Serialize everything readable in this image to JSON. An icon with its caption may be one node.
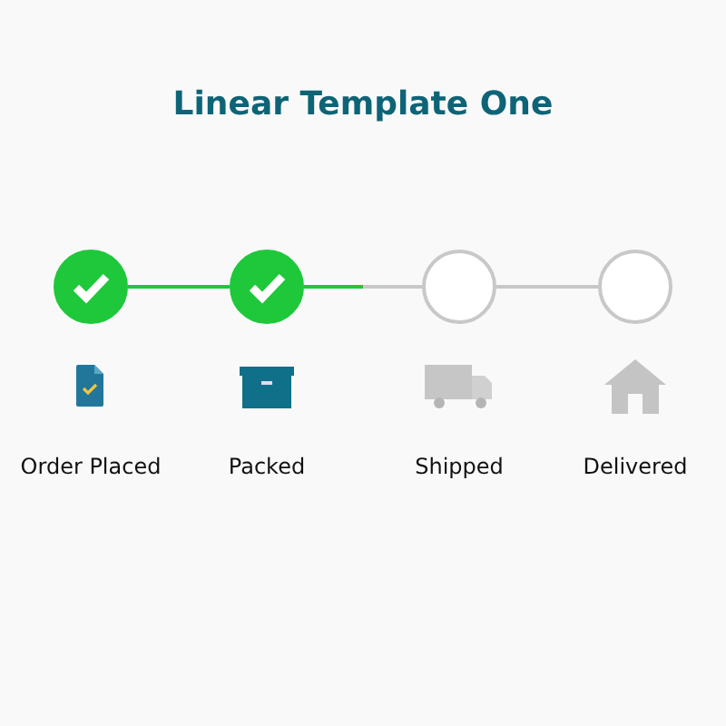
{
  "diagram": {
    "title": "Linear Template One",
    "nodes": [
      {
        "text": [],
        "shape": "circle"
      },
      {
        "text": [],
        "shape": "circle"
      },
      {
        "text": [],
        "shape": "circle"
      },
      {
        "text": [],
        "shape": "circle"
      }
    ],
    "edges": [
      {
        "from": 0,
        "to": 1,
        "arrow": "none",
        "color": "#1ec83a"
      },
      {
        "from": 1,
        "to": 2,
        "arrow": "none",
        "color": "#1ec83a"
      },
      {
        "from": 2,
        "to": 3,
        "arrow": "none",
        "color": "#c8c8c8"
      }
    ],
    "labels": [
      "Order Placed",
      "Packed",
      "Shipped",
      "Delivered"
    ]
  }
}
